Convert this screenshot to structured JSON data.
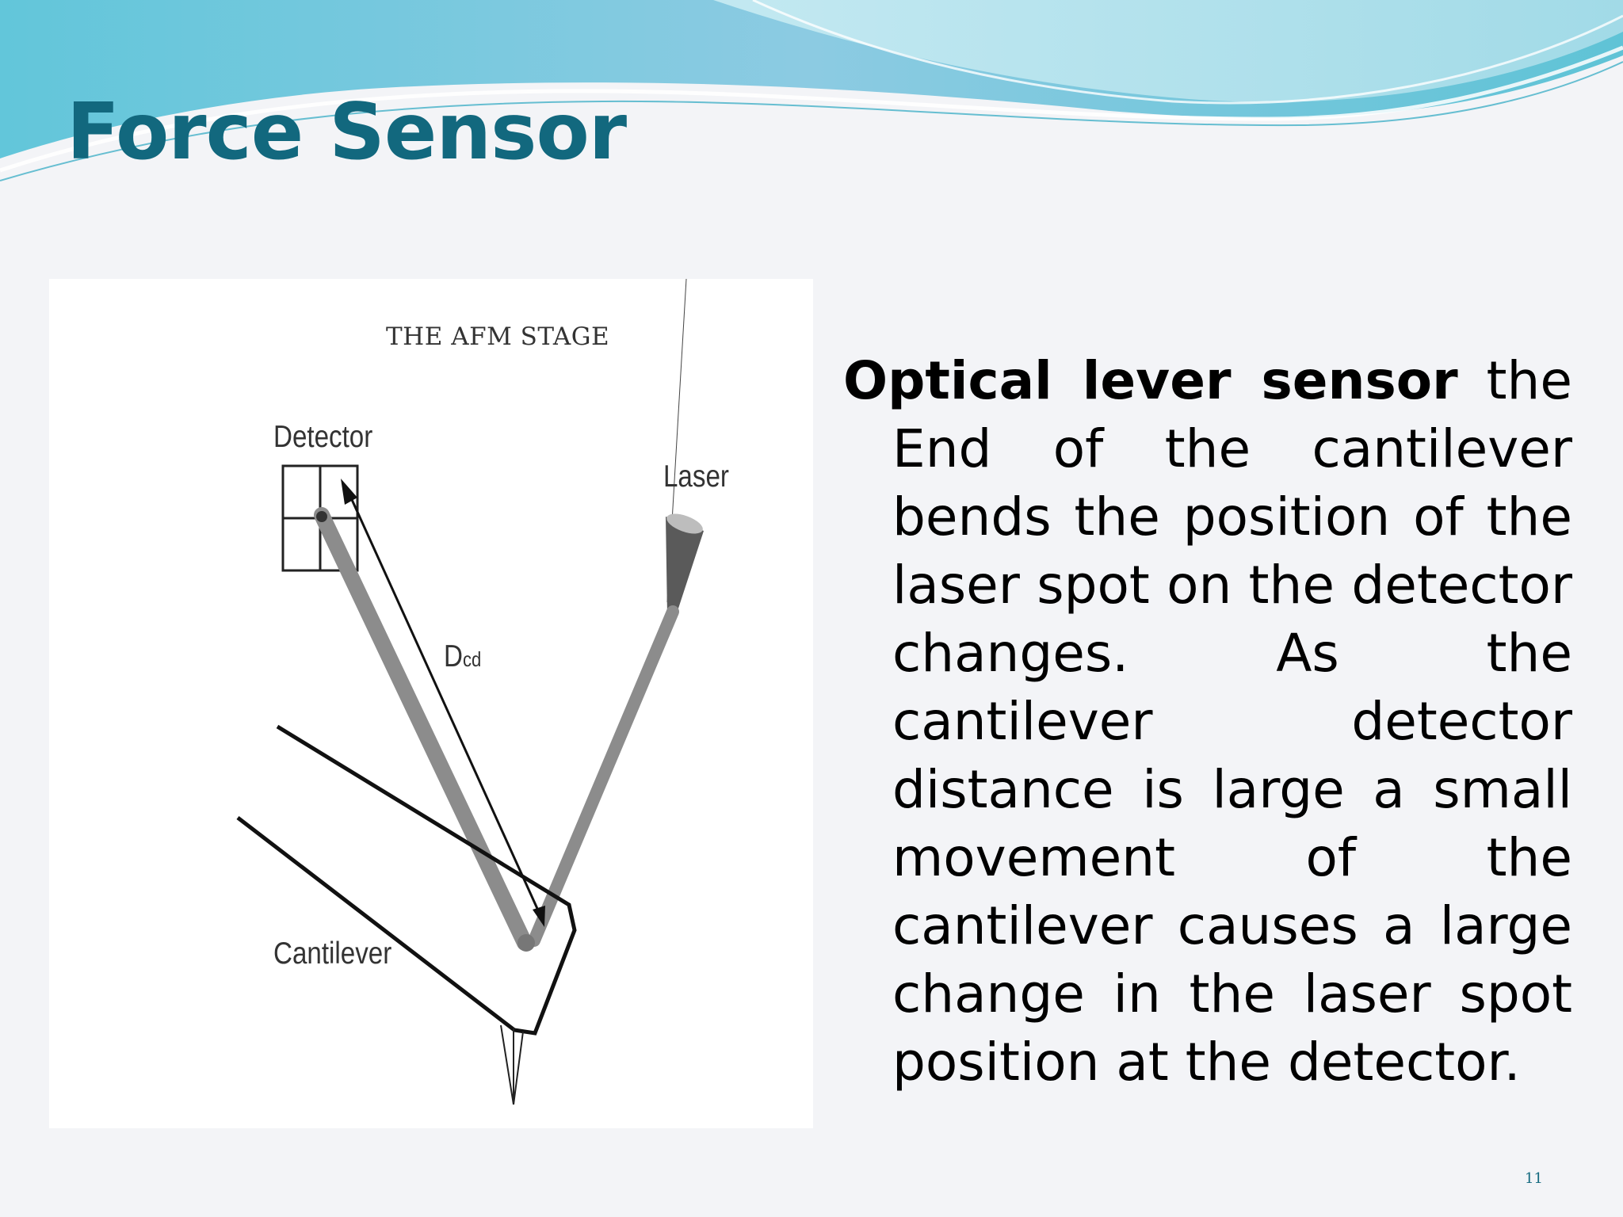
{
  "slide": {
    "title": "Force Sensor",
    "page_number": "11",
    "colors": {
      "title": "#12687e",
      "wave_top": "#7fc3d8",
      "wave_light": "#b8e3ef",
      "background": "#f3f4f7"
    }
  },
  "figure": {
    "title": "THE AFM STAGE",
    "label_detector": "Detector",
    "label_laser": "Laser",
    "label_cantilever": "Cantilever",
    "label_dcd_main": "D",
    "label_dcd_sub": "cd"
  },
  "body": {
    "bold_lead": "Optical lever sensor",
    "text": " the End of the cantilever bends the position of the laser spot on the detector changes. As the cantilever detector distance is large a small movement of the cantilever causes a large change in the laser spot position at the detector."
  }
}
